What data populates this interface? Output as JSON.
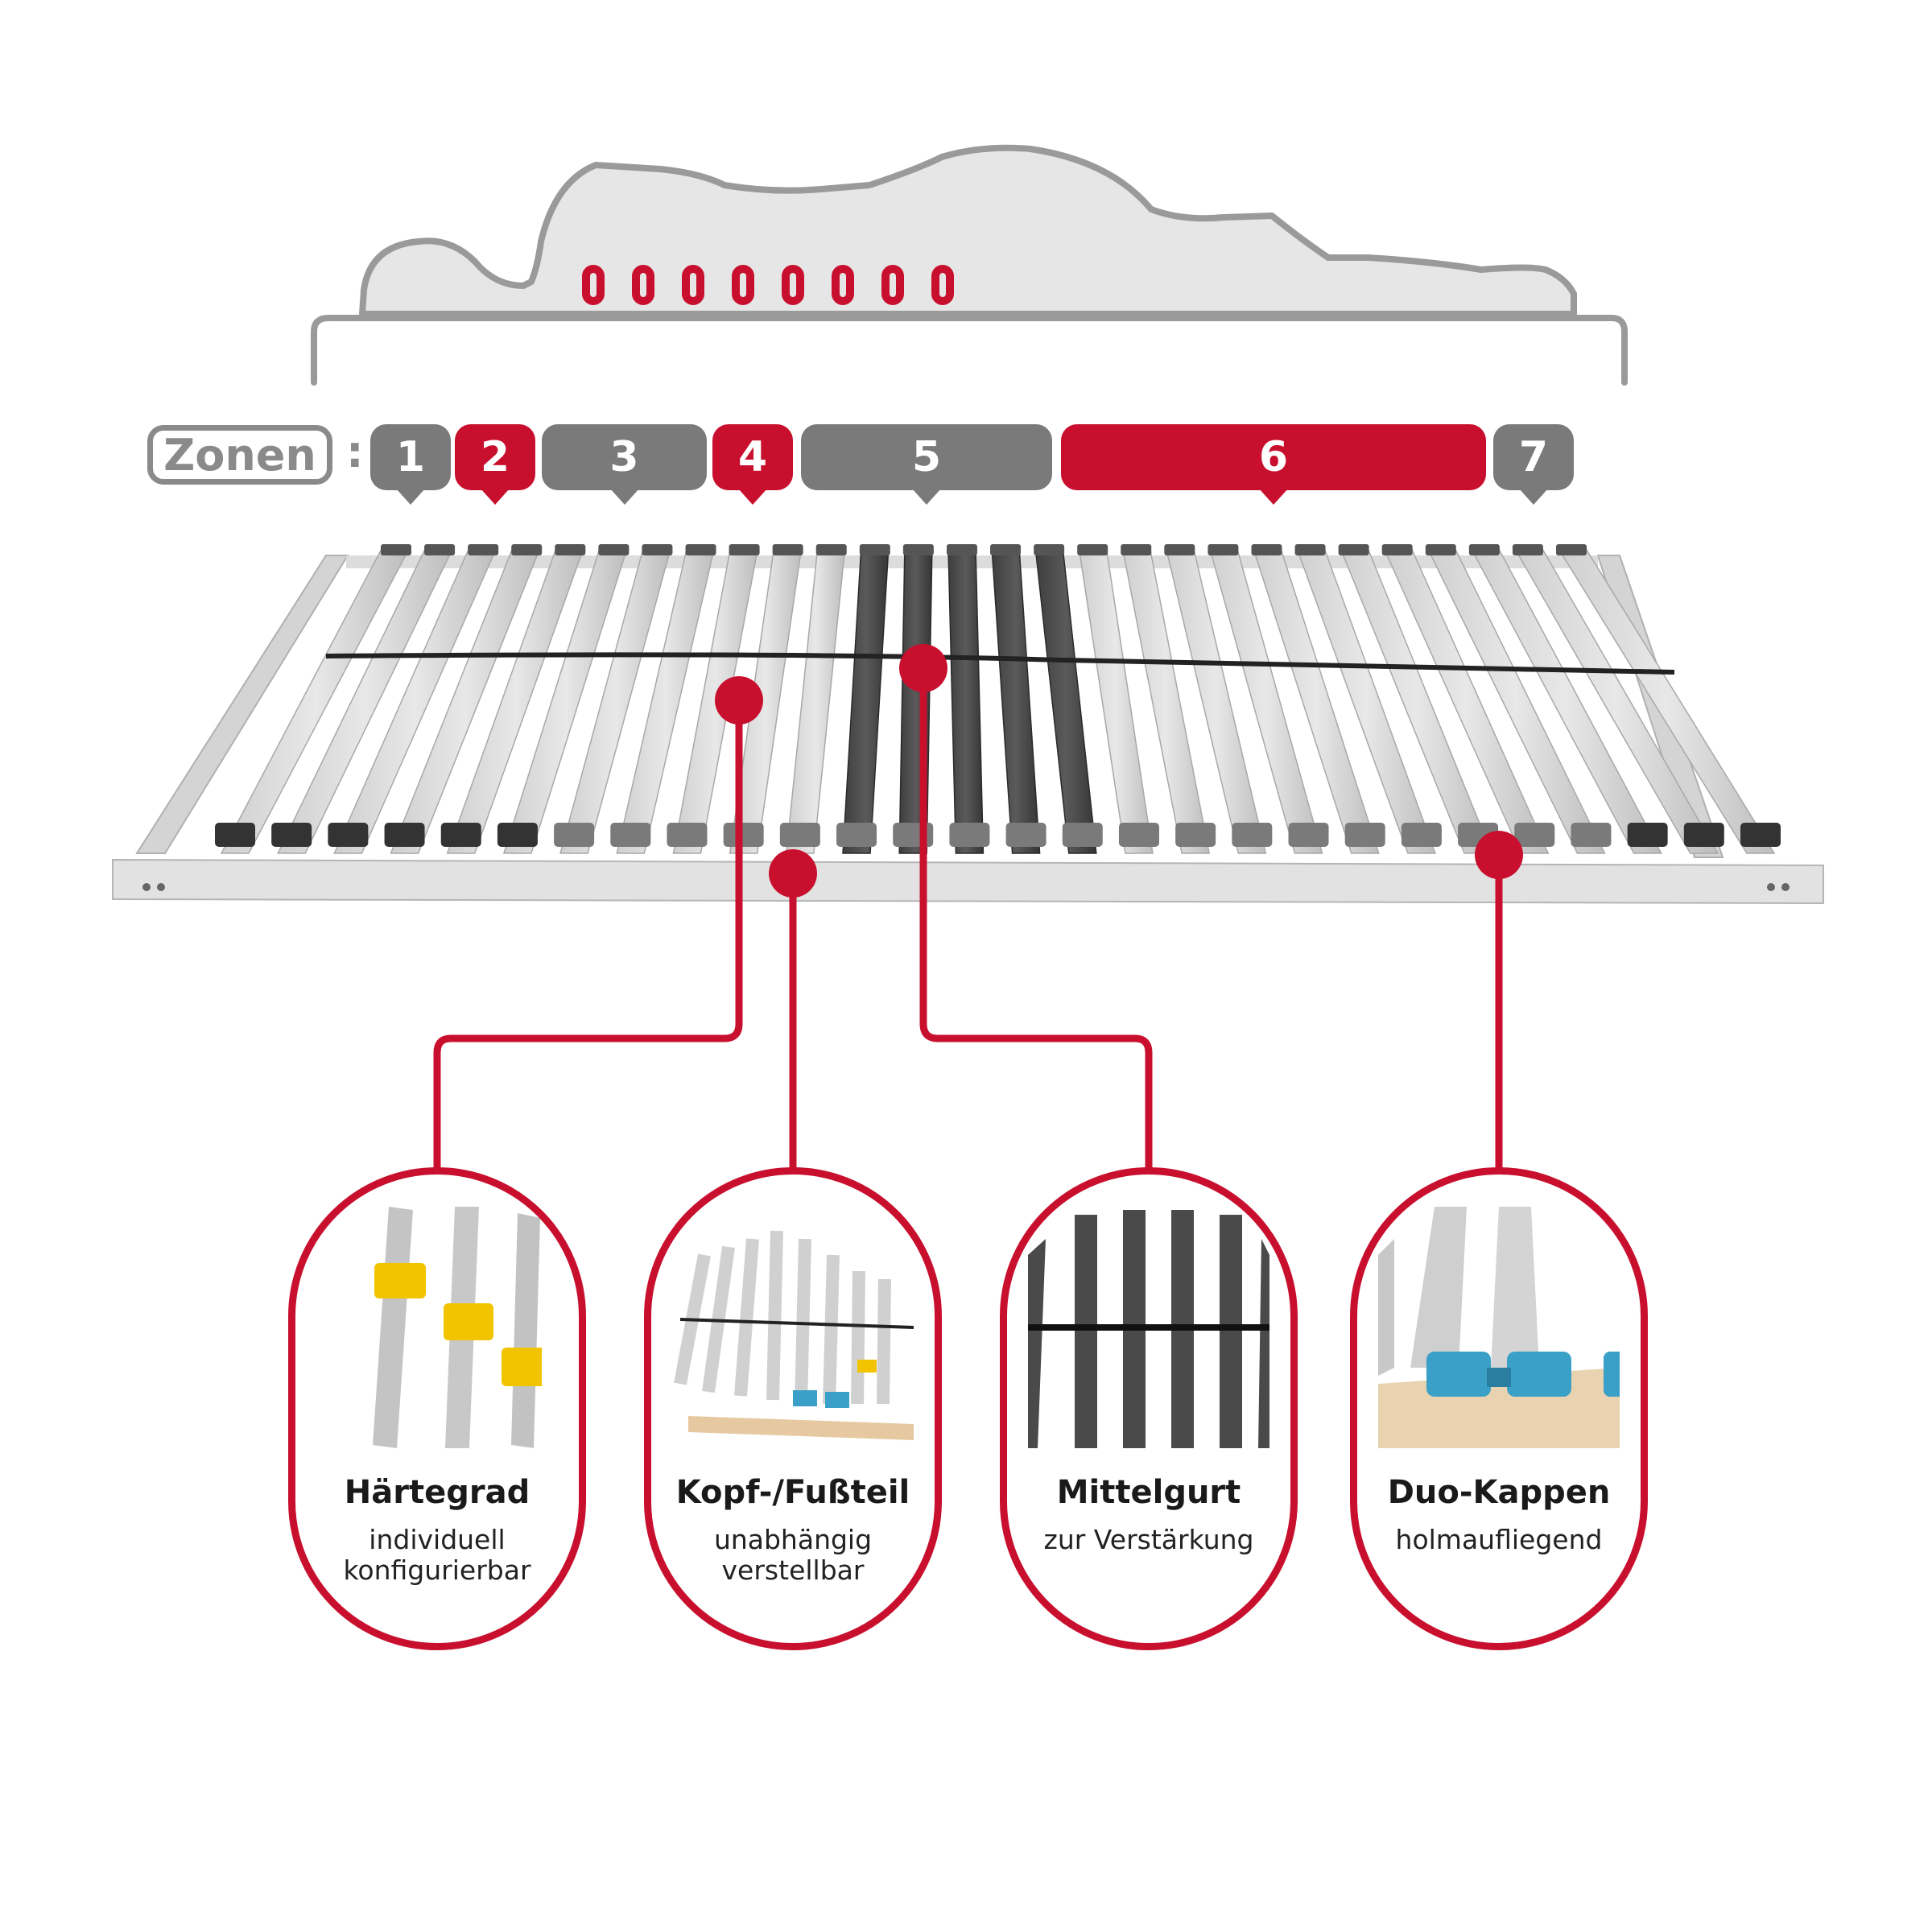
{
  "zones": {
    "label": "Zonen",
    "colon": ":",
    "items": [
      {
        "num": "1",
        "color": "#7a7a7a"
      },
      {
        "num": "2",
        "color": "#c8102e"
      },
      {
        "num": "3",
        "color": "#7a7a7a"
      },
      {
        "num": "4",
        "color": "#c8102e"
      },
      {
        "num": "5",
        "color": "#7a7a7a"
      },
      {
        "num": "6",
        "color": "#c8102e"
      },
      {
        "num": "7",
        "color": "#7a7a7a"
      }
    ]
  },
  "colors": {
    "accent": "#c8102e",
    "grey": "#7a7a7a",
    "outline": "#8a8a8a"
  },
  "features": [
    {
      "title": "Härtegrad",
      "sub1": "individuell",
      "sub2": "konfigurierbar"
    },
    {
      "title": "Kopf-/Fußteil",
      "sub1": "unabhängig",
      "sub2": "verstellbar"
    },
    {
      "title": "Mittelgurt",
      "sub1": "zur Verstärkung",
      "sub2": ""
    },
    {
      "title": "Duo-Kappen",
      "sub1": "holmaufliegend",
      "sub2": ""
    }
  ]
}
